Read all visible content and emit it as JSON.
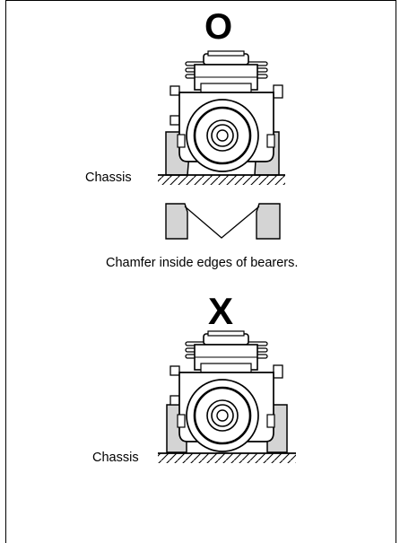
{
  "diagram": {
    "correct_mark": "O",
    "incorrect_mark": "X",
    "chassis_label_top": "Chassis",
    "chassis_label_bottom": "Chassis",
    "caption": "Chamfer inside edges of bearers."
  },
  "colors": {
    "line": "#000000",
    "bearer_fill": "#d4d4d4",
    "background": "#ffffff"
  }
}
